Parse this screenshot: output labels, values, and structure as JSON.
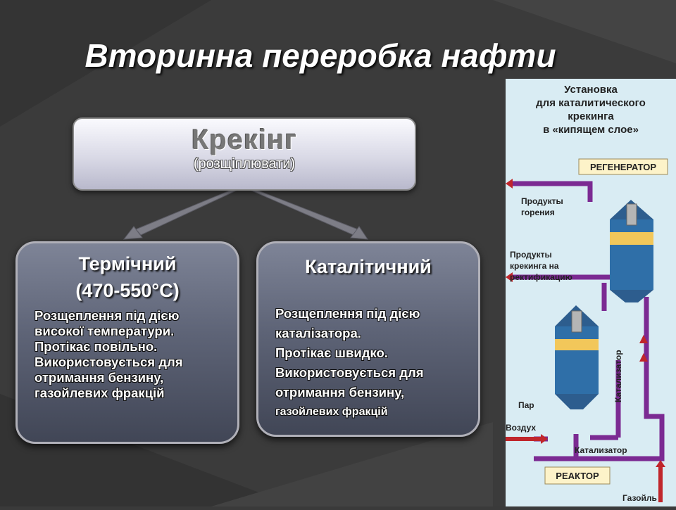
{
  "slide": {
    "title": "Вторинна переробка нафти"
  },
  "root": {
    "title": "Крекінг",
    "subtitle": "(розщіплювати)"
  },
  "thermal": {
    "title": "Термічний",
    "temp": "(470-550°C)",
    "lines": [
      "Розщеплення під дією",
      "високої температури.",
      "Протікає повільно.",
      "Використовується для",
      "отримання бензину,",
      "газойлевих фракцій"
    ]
  },
  "catalytic": {
    "title": "Каталітичний",
    "lines": [
      "Розщеплення під дією",
      "каталізатора.",
      "Протікає швидко.",
      "Використовується для",
      "отримання бензину,",
      "газойлевих фракцій"
    ]
  },
  "figure": {
    "heading": [
      "Установка",
      "для каталитического",
      "крекинга",
      "в «кипящем слое»"
    ],
    "regenerator": "РЕГЕНЕРАТОР",
    "combustion_products": [
      "Продукты",
      "горения"
    ],
    "cracking_products": [
      "Продукты",
      "крекинга на",
      "ректификацию"
    ],
    "catalyst_vertical": "Катализатор",
    "steam": "Пар",
    "air": "Воздух",
    "catalyst_bottom": "Катализатор",
    "reactor": "РЕАКТОР",
    "gasoil": "Газойль"
  },
  "colors": {
    "pipe": "#7b2a92",
    "arrow": "#c0262b",
    "vessel_top": "#2d5d8e",
    "catalyst_bed": "#2f6fa8",
    "oil_layer": "#f2c75a"
  }
}
